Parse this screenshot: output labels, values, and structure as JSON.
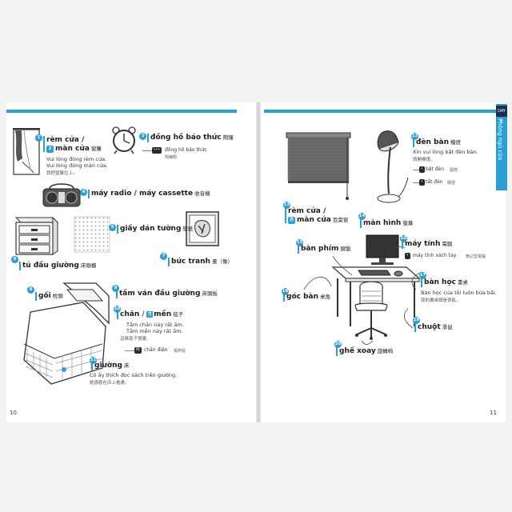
{
  "left_page": {
    "page_number": "10",
    "curtain": {
      "num": "1",
      "word_a": "rèm cửa /",
      "word_b": "màn cửa",
      "zh": "窗簾",
      "ex1": "Vui lòng đóng rèm cửa.",
      "ex2": "Vui lòng đóng màn cửa.",
      "ex_zh": "請把窗簾拉上。"
    },
    "alarm": {
      "num": "3",
      "word": "đồng hồ báo thức",
      "zh": "鬧鐘",
      "hint": "đồng hồ báo thức",
      "hint_zh": "鬧鐘類"
    },
    "radio": {
      "num": "4",
      "word": "máy radio / máy cassette",
      "zh": "收音機"
    },
    "sticker": {
      "num": "5",
      "word": "giấy dán tường",
      "zh": "壁紙"
    },
    "drawer": {
      "num": "6",
      "word": "tủ đầu giường",
      "zh": "床頭櫃"
    },
    "painting": {
      "num": "7",
      "word": "bức tranh",
      "zh": "畫（像）"
    },
    "pillow": {
      "num": "8",
      "word": "gối",
      "zh": "枕頭"
    },
    "headboard": {
      "num": "9",
      "word": "tấm ván đầu giường",
      "zh": "床頭板"
    },
    "blanket": {
      "num": "10",
      "word_a": "chăn",
      "word_b": "mền",
      "zh": "毯子",
      "ex1": "Tấm chăn này rất ấm.",
      "ex2": "Tấm mền này rất ấm.",
      "ex_zh": "這條毯子很暖。",
      "tag": "例",
      "hint": "chăn điện",
      "hint_zh": "電熱毯"
    },
    "bed": {
      "num": "11",
      "word": "giường",
      "zh": "床",
      "ex1": "Cô ấy thích đọc sách trên giường.",
      "ex_zh": "她喜歡在床上看書。"
    }
  },
  "right_page": {
    "page_number": "11",
    "tab_day": "DAY 1",
    "tab_title": "Phòng ngủ của",
    "lamp": {
      "num": "12",
      "word": "đèn bàn",
      "zh": "檯燈",
      "ex1": "Xin vui lòng bật đèn bàn.",
      "ex_zh": "請開檯燈。",
      "hint1": "bật đèn",
      "hint1_zh": "開燈",
      "hint2": "tắt đèn",
      "hint2_zh": "關燈"
    },
    "blind": {
      "num": "13",
      "word_a": "rèm cửa /",
      "word_b": "màn cửa",
      "zh": "百葉窗"
    },
    "monitor": {
      "num": "14",
      "word": "màn hình",
      "zh": "螢幕"
    },
    "keyboard": {
      "num": "15",
      "word": "bàn phím",
      "zh": "鍵盤"
    },
    "computer": {
      "num": "16",
      "word": "máy tính",
      "zh": "電腦",
      "hint": "máy tính xách tay",
      "hint_zh": "筆記型電腦"
    },
    "desk": {
      "num": "17",
      "word": "bàn học",
      "zh": "書桌",
      "ex1": "Bàn học của tôi luôn bừa bãi.",
      "ex_zh": "我的書桌總是很亂。"
    },
    "corner": {
      "num": "18",
      "word": "góc bàn",
      "zh": "桌角"
    },
    "mouse": {
      "num": "19",
      "word": "chuột",
      "zh": "滑鼠"
    },
    "chair": {
      "num": "20",
      "word": "ghế xoay",
      "zh": "旋轉椅"
    }
  },
  "colors": {
    "accent": "#2a9fd6",
    "navy": "#1b2e4a"
  }
}
